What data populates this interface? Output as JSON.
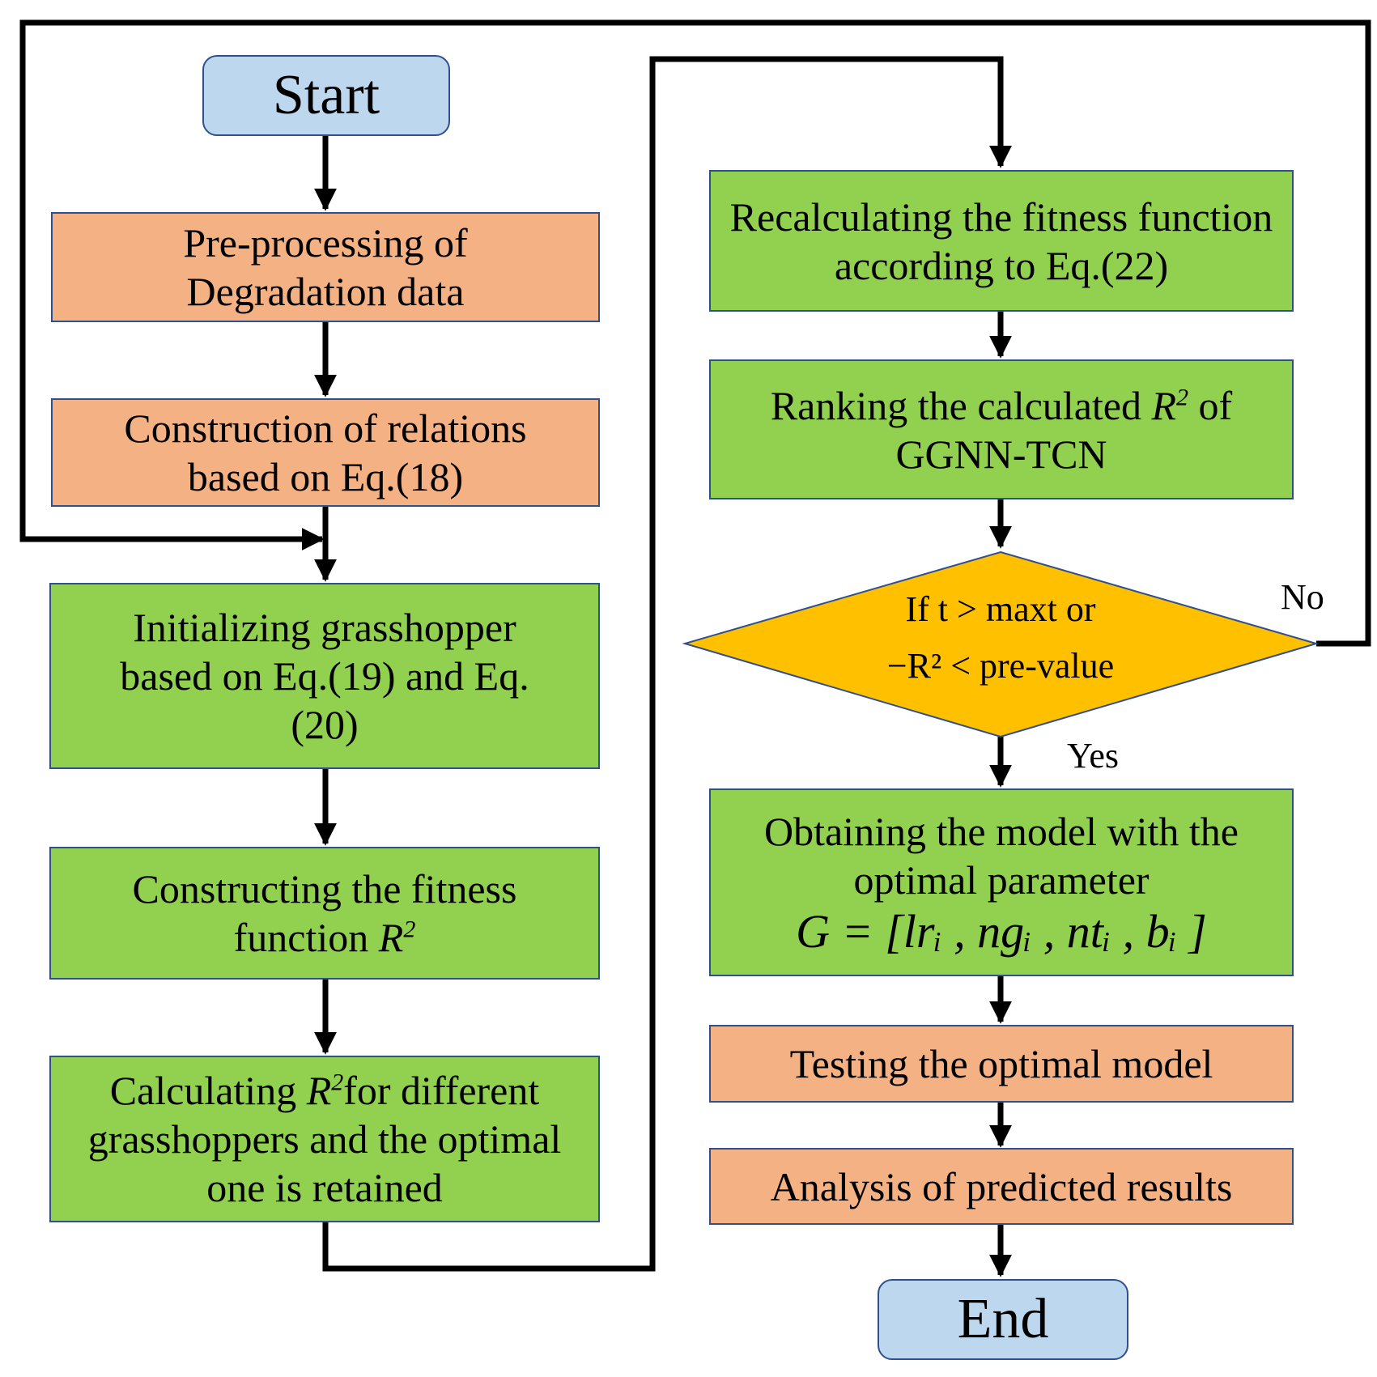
{
  "nodes": {
    "start": "Start",
    "preprocess": "Pre-processing of Degradation data",
    "construct_relations": "Construction of relations based on Eq.(18)",
    "init_grasshopper": "Initializing grasshopper based on Eq.(19) and Eq.(20)",
    "fitness_prefix": "Constructing the fitness function",
    "fitness_symbol": "R",
    "fitness_exp": "2",
    "calc_prefix": "Calculating",
    "calc_symbol": "R",
    "calc_exp": "2",
    "calc_suffix": "for different grasshoppers and the optimal one is retained",
    "recalc": "Recalculating the fitness function according to Eq.(22)",
    "rank_prefix": "Ranking the calculated",
    "rank_symbol": "R",
    "rank_exp": "2",
    "rank_suffix": "of GGNN-TCN",
    "decision_line1": "If t > maxt or",
    "decision_line2": "−R² < pre-value",
    "obtain": "Obtaining the model with the optimal parameter",
    "obtain_formula": "G = [lrᵢ , ngᵢ , ntᵢ , bᵢ ]",
    "testing": "Testing the optimal model",
    "analysis": "Analysis of predicted results",
    "end": "End"
  },
  "edge_labels": {
    "no": "No",
    "yes": "Yes"
  },
  "colors": {
    "process_orange": "#f4b183",
    "process_green": "#92d050",
    "terminal_blue": "#bdd7ee",
    "decision_yellow": "#ffc000",
    "border": "#2f4f8f",
    "arrow": "#000000"
  }
}
